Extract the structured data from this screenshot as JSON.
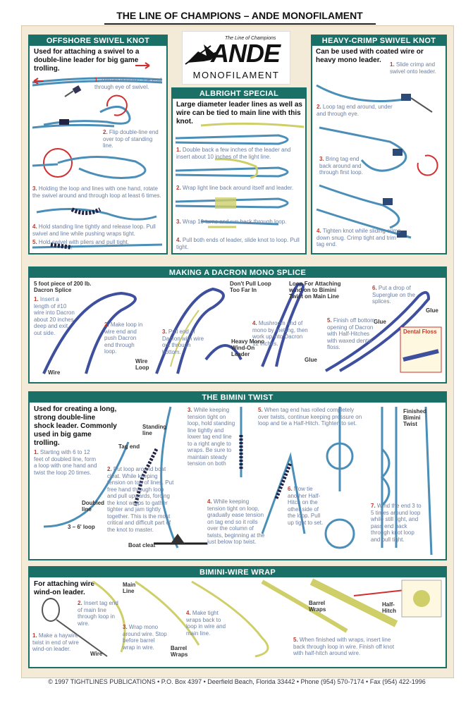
{
  "title": "THE LINE OF CHAMPIONS – ANDE MONOFILAMENT",
  "logo": {
    "tagline": "The Line of Champions",
    "brand": "ANDE",
    "sub": "MONOFILAMENT"
  },
  "offshore": {
    "header": "OFFSHORE SWIVEL KNOT",
    "desc": "Used for attaching a swivel to a double-line leader for big game trolling.",
    "steps": [
      {
        "n": "1.",
        "t": "Thread doubled line end through eye of swivel."
      },
      {
        "n": "2.",
        "t": "Flip double-line end over top of standing line."
      },
      {
        "n": "3.",
        "t": "Holding the loop and lines with one hand, rotate the swivel around and through loop at least 6 times."
      },
      {
        "n": "4.",
        "t": "Hold standing line tightly and release loop. Pull swivel and line while pushing wraps tight."
      },
      {
        "n": "5.",
        "t": "Hold swivel with pliers and pull tight."
      }
    ]
  },
  "albright": {
    "header": "ALBRIGHT SPECIAL",
    "desc": "Large diameter leader lines as well as wire can be tied to main line with this knot.",
    "steps": [
      {
        "n": "1.",
        "t": "Double back a few inches of the leader and insert about 10 inches of the light line."
      },
      {
        "n": "2.",
        "t": "Wrap light line back around itself and leader."
      },
      {
        "n": "3.",
        "t": "Wrap 10 turns and run back through loop."
      },
      {
        "n": "4.",
        "t": "Pull both ends of leader, slide knot to loop. Pull tight."
      }
    ]
  },
  "crimp": {
    "header": "HEAVY-CRIMP SWIVEL KNOT",
    "desc": "Can be used with coated wire or heavy mono leader.",
    "steps": [
      {
        "n": "1.",
        "t": "Slide crimp and swivel onto leader."
      },
      {
        "n": "2.",
        "t": "Loop tag end around, under and through eye."
      },
      {
        "n": "3.",
        "t": "Bring tag end back around and through first loop."
      },
      {
        "n": "4.",
        "t": "Tighten knot while sliding crimp down snug. Crimp tight and trim tag end."
      }
    ]
  },
  "dacron": {
    "header": "MAKING A DACRON MONO SPLICE",
    "label_piece": "5 foot piece of 200 lb. Dacron Splice",
    "steps": [
      {
        "n": "1.",
        "t": "Insert a length of #10 wire into Dacron about 20 inches deep and exit out side."
      },
      {
        "n": "2.",
        "t": "Make loop in wire end and push Dacron end through loop."
      },
      {
        "n": "3.",
        "t": "Pull end of Dacron with wire out through bottom."
      },
      {
        "n": "4.",
        "t": "Mushroom end of mono by melting, then work up into Dacron 12 inches."
      },
      {
        "n": "5.",
        "t": "Finish off bottom opening of Dacron with Half-Hitches with waxed dental floss."
      },
      {
        "n": "6.",
        "t": "Put a drop of Superglue on the splices."
      }
    ],
    "labels": {
      "wire1": "Wire",
      "wireloop": "Wire Loop",
      "dontpull": "Don't Pull Loop Too Far In",
      "heavymono": "Heavy Mono Wind-On Leader",
      "loopfor": "Loop For Attaching wind-on to Bimini Twist on Main Line",
      "glue1": "Glue",
      "glue2": "Glue",
      "glue3": "Glue",
      "floss": "Dental Floss"
    }
  },
  "bimini": {
    "header": "THE BIMINI TWIST",
    "desc": "Used for creating a long, strong double-line shock leader. Commonly used in big game trolling.",
    "steps": [
      {
        "n": "1.",
        "t": "Starting with 6 to 12 feet of doubled line, form a loop with one hand and twist the loop 20 times."
      },
      {
        "n": "2.",
        "t": "Put loop around boat cleat. While keeping tension on top of lines. Put free hand through loop and pull upwards, forcing the knot wraps to gather tighter and jam tightly together. This is the most critical and difficult part of the knot to master."
      },
      {
        "n": "3.",
        "t": "While keeping tension tight on loop, hold standing line tightly and lower tag end line to a right angle to wraps. Be sure to maintain steady tension on both"
      },
      {
        "n": "4.",
        "t": "While keeping tension tight on loop, gradually ease tension on tag end so it rolls over the column of twists, beginning at the just below top twist."
      },
      {
        "n": "5.",
        "t": "When tag end has rolled completely over twists, continue keeping pressure on loop and tie a Half-Hitch. Tighten to set."
      },
      {
        "n": "6.",
        "t": "Now tie another Half-Hitch on the other side of the loop. Pull up tight to set."
      },
      {
        "n": "7.",
        "t": "Wind the end 3 to 5 times around loop while still tight, and pass end back through knot loop and pull tight."
      }
    ],
    "labels": {
      "standing": "Standing line",
      "tagend": "Tag end",
      "doubled": "Doubled line",
      "feet": "3 – 6' loop",
      "cleat": "Boat cleat",
      "finished": "Finished Bimini Twist"
    }
  },
  "wirewrap": {
    "header": "BIMINI-WIRE WRAP",
    "desc": "For attaching wire wind-on leader.",
    "steps": [
      {
        "n": "1.",
        "t": "Make a haywire twist in end of wire wind-on leader."
      },
      {
        "n": "2.",
        "t": "Insert tag end of main line through loop in wire."
      },
      {
        "n": "3.",
        "t": "Wrap mono around wire. Stop before barrel wrap in wire."
      },
      {
        "n": "4.",
        "t": "Make tight wraps back to loop in wire and main line."
      },
      {
        "n": "5.",
        "t": "When finished with wraps, insert line back through loop in wire. Finish off knot with half-hitch around wire."
      }
    ],
    "labels": {
      "mainline": "Main Line",
      "wire": "Wire",
      "barrel1": "Barrel Wraps",
      "barrel2": "Barrel Wraps",
      "halfhitch": "Half-Hitch"
    }
  },
  "copyright": "© 1997 TIGHTLINES PUBLICATIONS • P.O. Box 4397 • Deerfield Beach, Florida 33442 • Phone (954) 570-7174 • Fax (954) 422-1996",
  "colors": {
    "teal": "#1a6f67",
    "line": "#4b8fb8",
    "yellow": "#cfcf6a",
    "red": "#d12f2f",
    "stepText": "#6b7fa4"
  }
}
